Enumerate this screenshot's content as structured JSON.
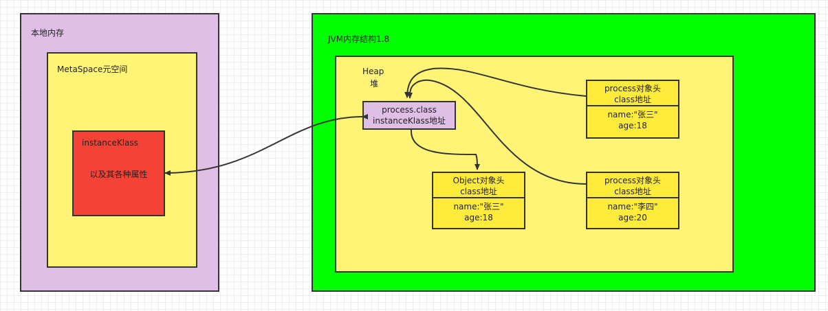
{
  "native_memory": {
    "title": "本地内存"
  },
  "metaspace": {
    "title": "MetaSpace元空间"
  },
  "instance_klass": {
    "name": "instanceKlass",
    "desc": "以及其各种属性"
  },
  "jvm": {
    "title": "JVM内存结构1.8"
  },
  "heap": {
    "title": "Heap",
    "subtitle": "堆"
  },
  "process_class": {
    "line1": "process.class",
    "line2": "instanceKlass地址"
  },
  "objects": [
    {
      "header1": "process对象头",
      "header2": "class地址",
      "field1": "name:\"张三\"",
      "field2": "age:18"
    },
    {
      "header1": "Object对象头",
      "header2": "class地址",
      "field1": "name:\"张三\"",
      "field2": "age:18"
    },
    {
      "header1": "process对象头",
      "header2": "class地址",
      "field1": "name:\"李四\"",
      "field2": "age:20"
    }
  ],
  "colors": {
    "native": "#e0bfe6",
    "metaspace": "#fff476",
    "instance_klass": "#f44336",
    "jvm": "#00ff00",
    "heap": "#fff476",
    "object": "#ffeb3b"
  }
}
